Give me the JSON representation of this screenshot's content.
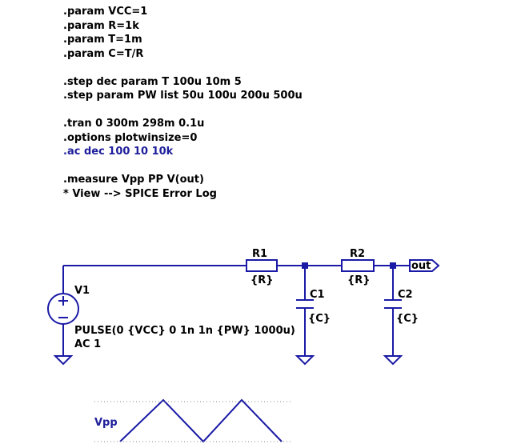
{
  "directives": {
    "lines": [
      ".param VCC=1",
      ".param R=1k",
      ".param T=1m",
      ".param C=T/R",
      "",
      ".step dec param T 100u 10m 5",
      ".step param PW list 50u 100u 200u 500u",
      "",
      ".tran 0 300m 298m 0.1u",
      ".options plotwinsize=0",
      ".ac dec 100 10 10k",
      "",
      ".measure Vpp PP V(out)",
      "* View --> SPICE Error Log"
    ]
  },
  "components": {
    "r1": {
      "name": "R1",
      "value": "{R}"
    },
    "r2": {
      "name": "R2",
      "value": "{R}"
    },
    "c1": {
      "name": "C1",
      "value": "{C}"
    },
    "c2": {
      "name": "C2",
      "value": "{C}"
    },
    "v1": {
      "name": "V1",
      "value": "PULSE(0 {VCC} 0 1n 1n {PW} 1000u)",
      "ac": "AC 1"
    },
    "out_label": "out"
  },
  "plot": {
    "signal_label": "Vpp"
  },
  "colors": {
    "wire": "#1a1aa6",
    "text": "#000000",
    "accent": "#1d1d9a",
    "background": "#ffffff",
    "grid": "#888888"
  }
}
